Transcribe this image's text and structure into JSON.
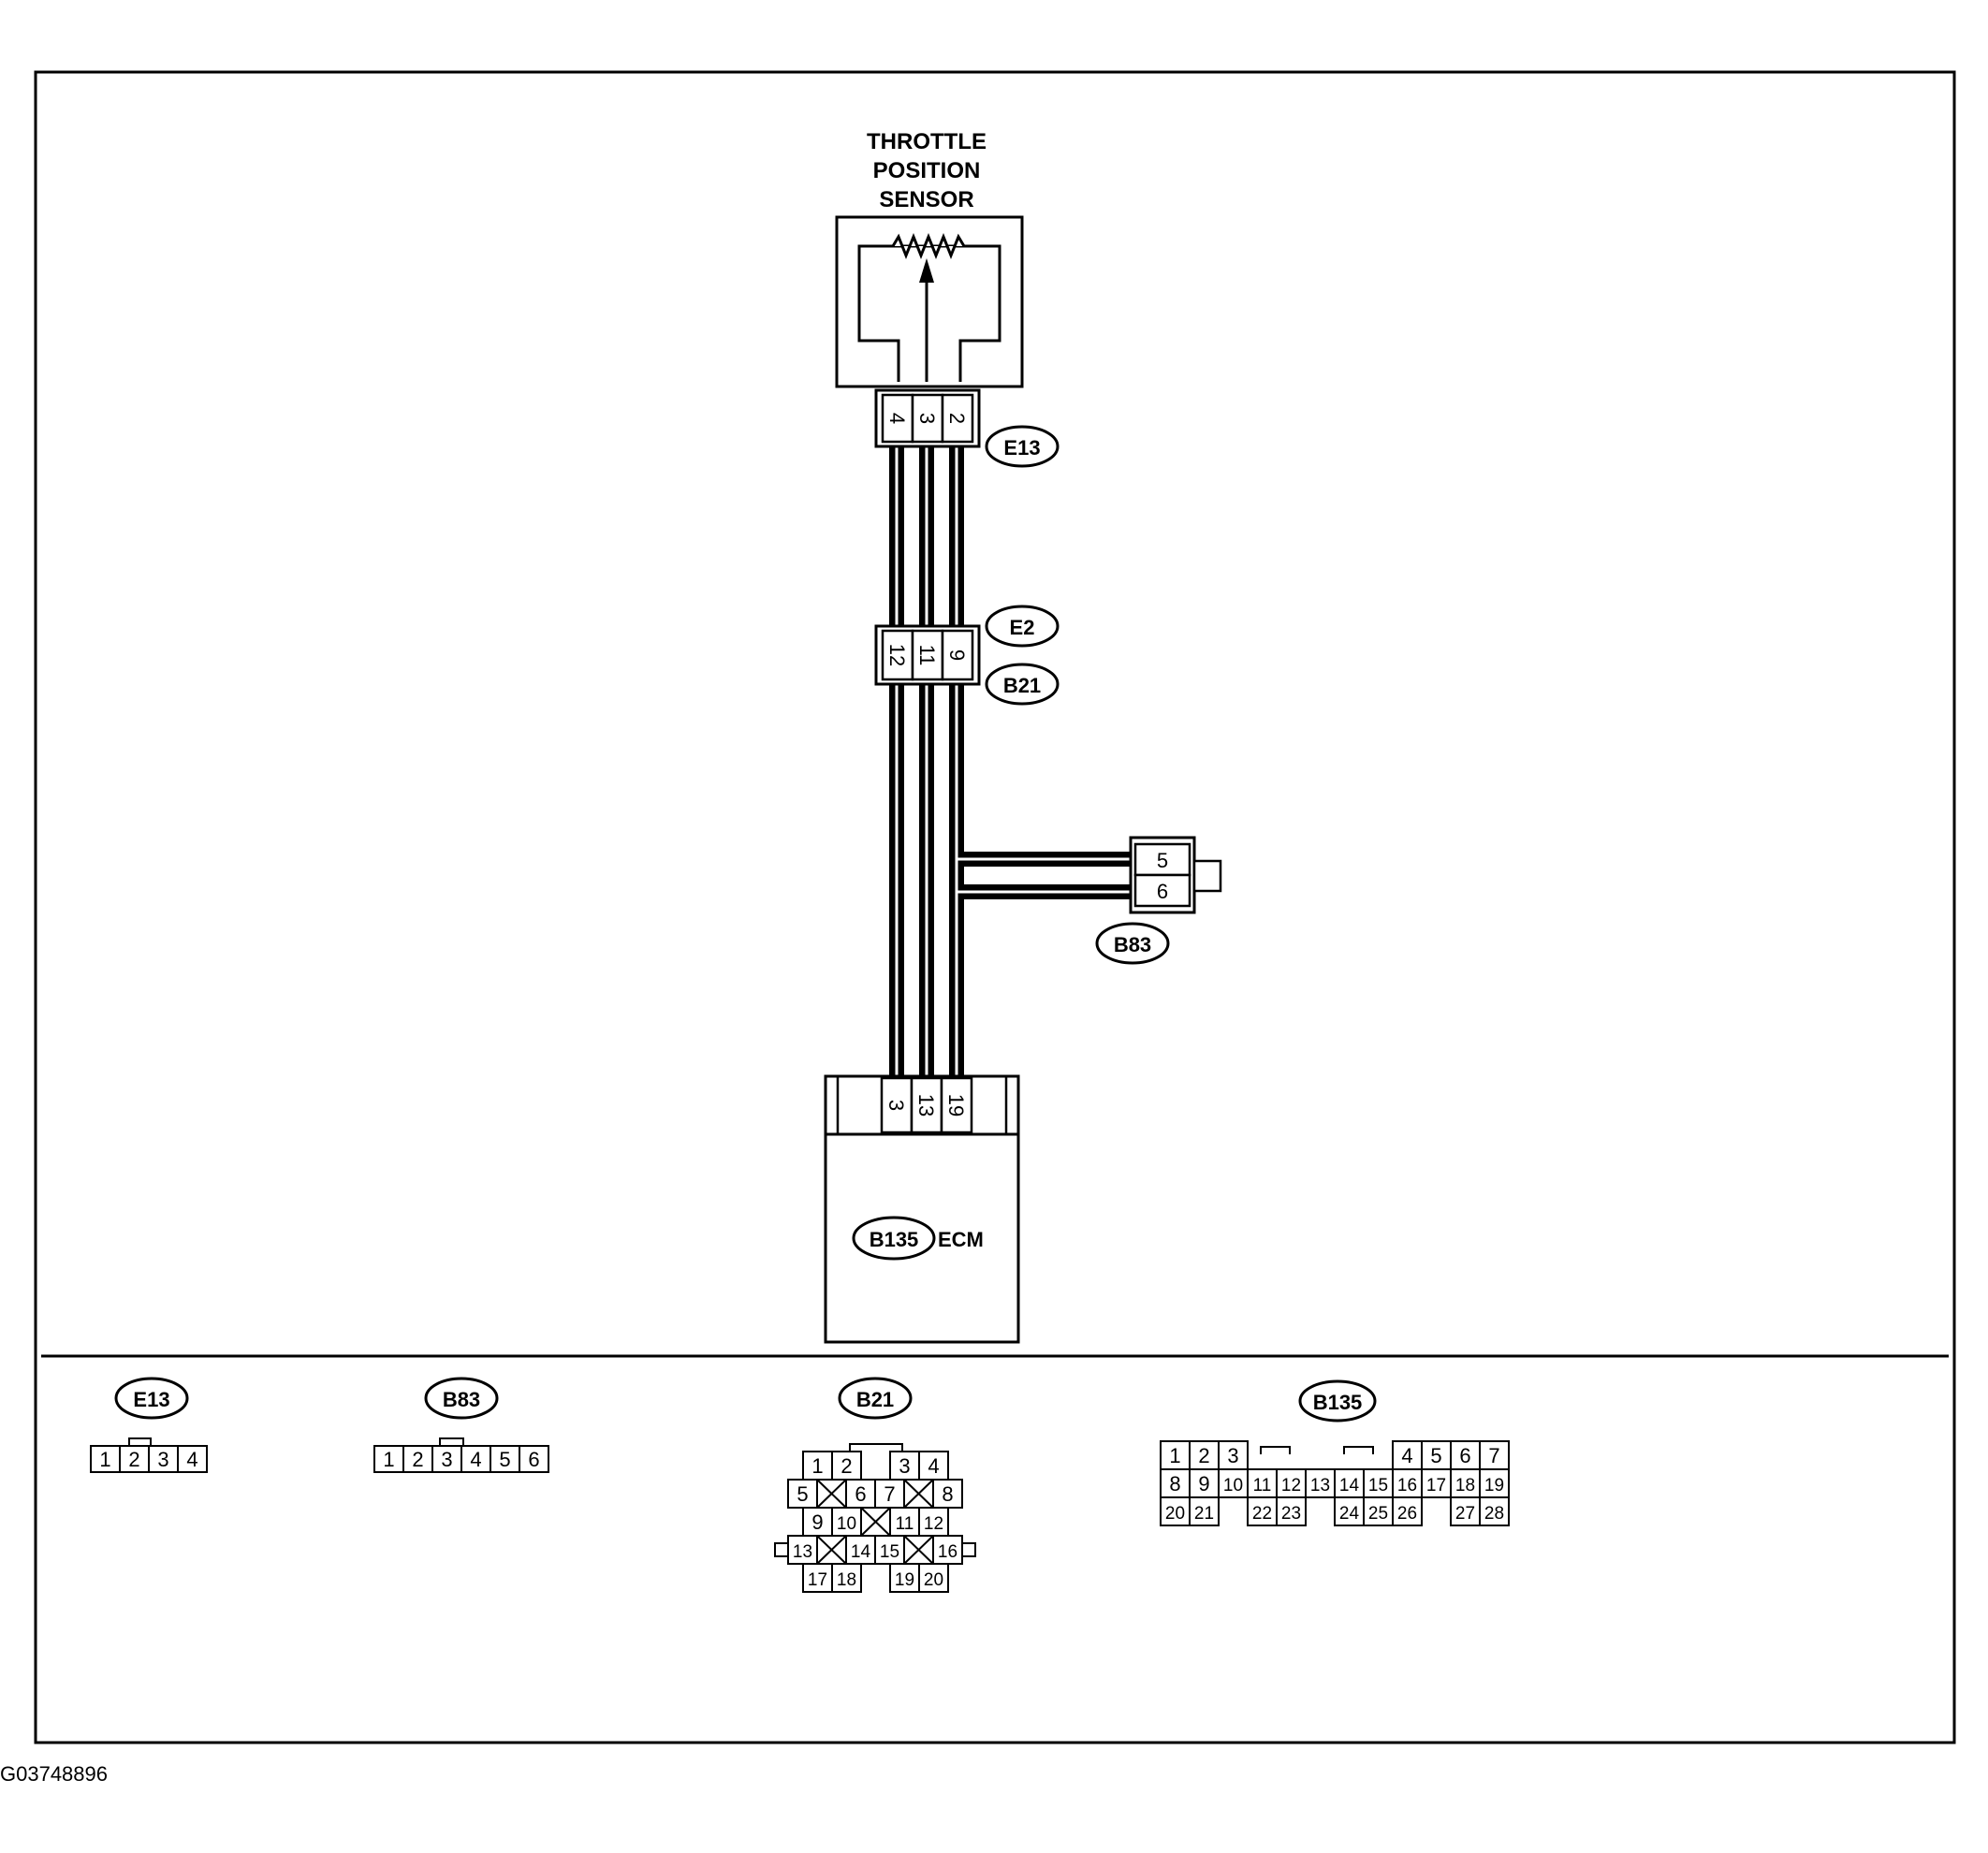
{
  "sensor": {
    "title_lines": [
      "THROTTLE",
      "POSITION",
      "SENSOR"
    ]
  },
  "connectors": {
    "e13_top": {
      "tag": "E13",
      "pins": [
        "4",
        "3",
        "2"
      ]
    },
    "e2_b21": {
      "tag_top": "E2",
      "tag_bottom": "B21",
      "pins": [
        "12",
        "11",
        "9"
      ]
    },
    "b83": {
      "tag": "B83",
      "pins": [
        "5",
        "6"
      ]
    },
    "ecm": {
      "tag": "B135",
      "name": "ECM",
      "pins": [
        "3",
        "13",
        "19"
      ]
    }
  },
  "faces": {
    "e13": {
      "tag": "E13",
      "pins": [
        "1",
        "2",
        "3",
        "4"
      ]
    },
    "b83": {
      "tag": "B83",
      "pins": [
        "1",
        "2",
        "3",
        "4",
        "5",
        "6"
      ]
    },
    "b21": {
      "tag": "B21",
      "rows": [
        [
          "1",
          "2",
          "",
          "3",
          "4"
        ],
        [
          "5",
          "X",
          "6",
          "7",
          "X",
          "8"
        ],
        [
          "9",
          "10",
          "X",
          "11",
          "12"
        ],
        [
          "13",
          "X",
          "14",
          "15",
          "X",
          "16"
        ],
        [
          "17",
          "18",
          "",
          "19",
          "20"
        ]
      ]
    },
    "b135": {
      "tag": "B135",
      "rows": [
        [
          "1",
          "2",
          "3",
          "",
          "",
          "",
          "",
          "",
          "4",
          "5",
          "6",
          "7"
        ],
        [
          "8",
          "9",
          "10",
          "11",
          "12",
          "13",
          "14",
          "15",
          "16",
          "17",
          "18",
          "19"
        ],
        [
          "20",
          "21",
          "",
          "22",
          "23",
          "",
          "24",
          "25",
          "26",
          "",
          "27",
          "28"
        ]
      ]
    }
  },
  "figure_code": "G03748896"
}
